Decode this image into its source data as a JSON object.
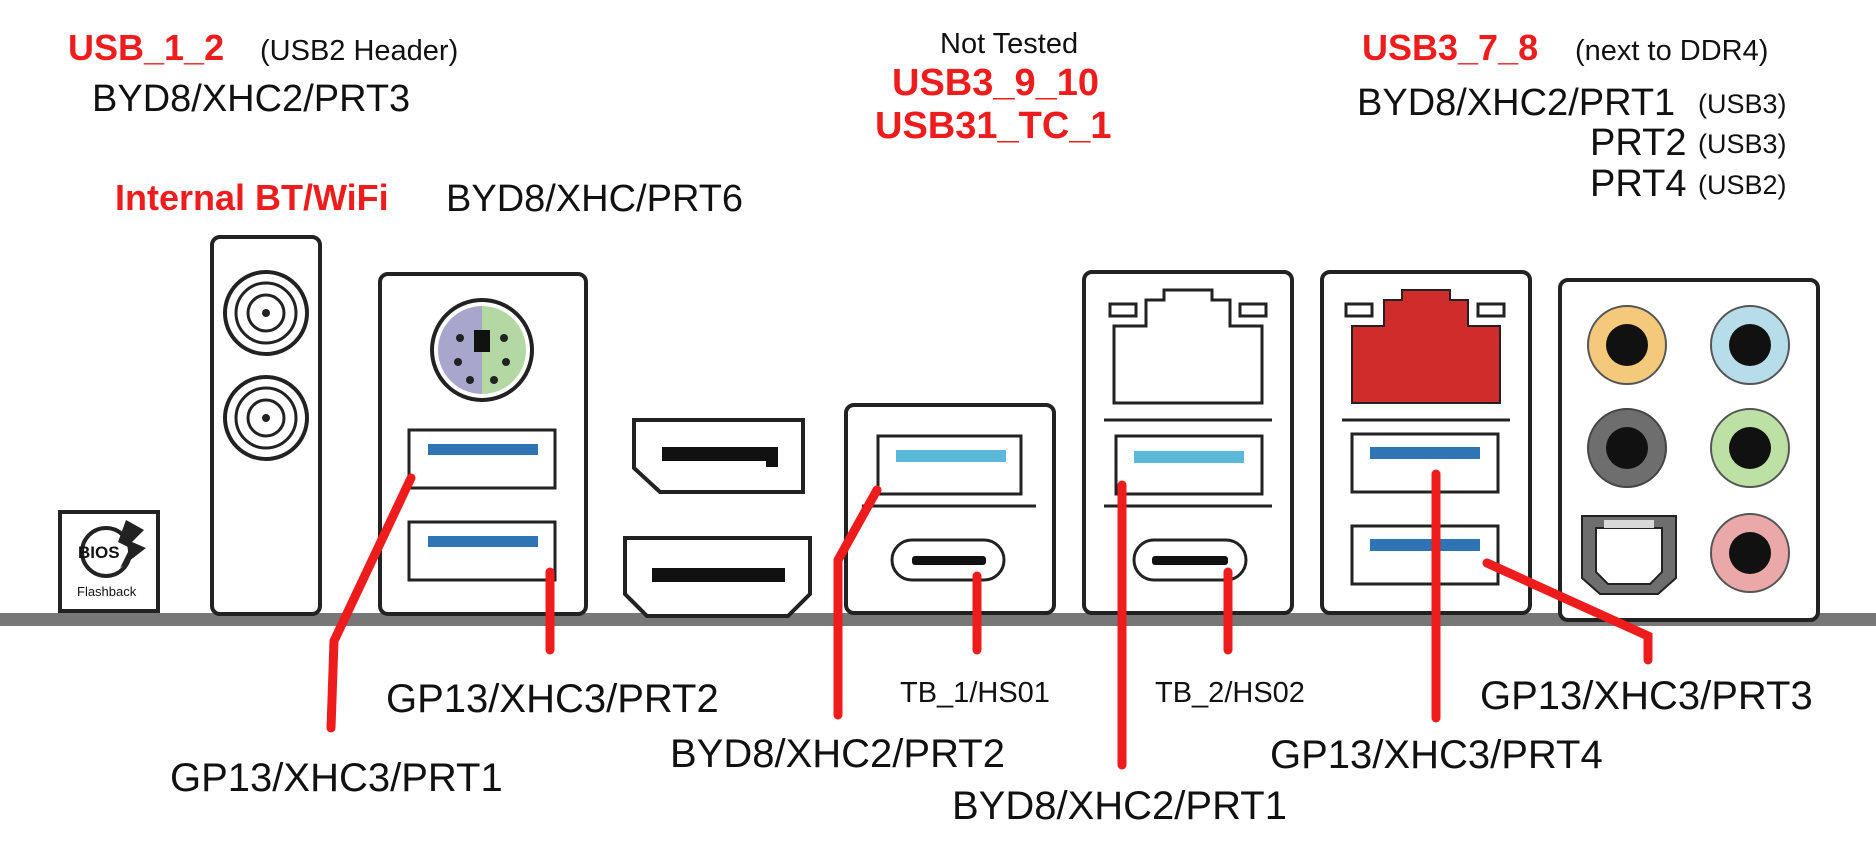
{
  "colors": {
    "highlight_red": "#ee1c1c",
    "usb3_blue": "#2f74b5",
    "usb31_light_blue": "#5bb8d8",
    "lan_red": "#d12c2c",
    "board_edge_gray": "#777777",
    "audio_orange": "#f5c97c",
    "audio_light_blue": "#b6dde9",
    "audio_gray": "#6e6e6e",
    "audio_green": "#bde0a5",
    "audio_pink": "#eaa8a8",
    "ps2_purple": "#a8a6cc",
    "ps2_green": "#b3d8a3"
  },
  "headers": {
    "usb_1_2": {
      "name": "USB_1_2",
      "note": "(USB2 Header)",
      "path": "BYD8/XHC2/PRT3"
    },
    "internal_bt": {
      "name": "Internal BT/WiFi",
      "path": "BYD8/XHC/PRT6"
    },
    "usb3_9_10": {
      "status": "Not Tested",
      "name1": "USB3_9_10",
      "name2": "USB31_TC_1"
    },
    "usb3_7_8": {
      "name": "USB3_7_8",
      "note": "(next to DDR4)",
      "rows": [
        {
          "path": "BYD8/XHC2/PRT1",
          "type": "(USB3)"
        },
        {
          "path": "PRT2",
          "type": "(USB3)"
        },
        {
          "path": "PRT4",
          "type": "(USB2)"
        }
      ]
    }
  },
  "port_labels": {
    "p1": "GP13/XHC3/PRT1",
    "p2": "GP13/XHC3/PRT2",
    "p3": "BYD8/XHC2/PRT2",
    "tb1": "TB_1/HS01",
    "p4": "BYD8/XHC2/PRT1",
    "tb2": "TB_2/HS02",
    "p5": "GP13/XHC3/PRT4",
    "p6": "GP13/XHC3/PRT3"
  },
  "bios": {
    "line1": "BIOS",
    "line2": "Flashback"
  },
  "icons": [
    "antenna-connector-icon",
    "ps2-port-icon",
    "usb-a-port-icon",
    "usb-c-port-icon",
    "displayport-icon",
    "hdmi-port-icon",
    "ethernet-port-icon",
    "audio-jack-icon",
    "optical-spdif-icon",
    "bios-flashback-icon"
  ]
}
